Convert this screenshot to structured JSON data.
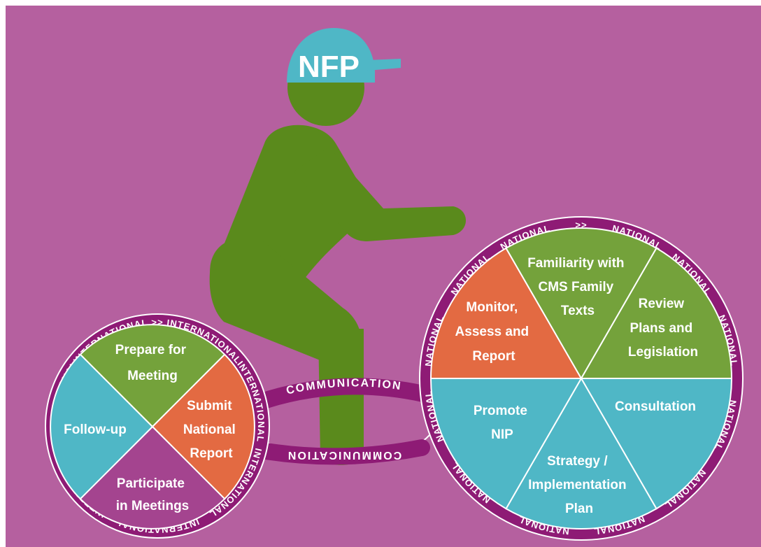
{
  "colors": {
    "background": "#b5609f",
    "figure": "#5a8a1c",
    "green": "#74a23b",
    "teal": "#4fb7c6",
    "orange": "#e36a42",
    "purple": "#a4448f",
    "ring": "#8e1b75"
  },
  "cap": {
    "label": "NFP"
  },
  "communication": {
    "label": "COMMUNICATION"
  },
  "small_wheel": {
    "ring_label": "INTERNATIONAL",
    "ring_arrow": ">>",
    "segments": {
      "prepare": "Prepare for Meeting",
      "submit": "Submit National Report",
      "participate": "Participate in Meetings",
      "followup": "Follow-up"
    }
  },
  "big_wheel": {
    "ring_label": "NATIONAL",
    "ring_arrow": ">>",
    "segments": {
      "familiarity": "Familiarity with CMS Family Texts",
      "review": "Review Plans and Legislation",
      "consultation": "Consultation",
      "strategy": "Strategy / Implementation Plan",
      "promote": "Promote NIP",
      "monitor": "Monitor, Assess and Report"
    }
  }
}
